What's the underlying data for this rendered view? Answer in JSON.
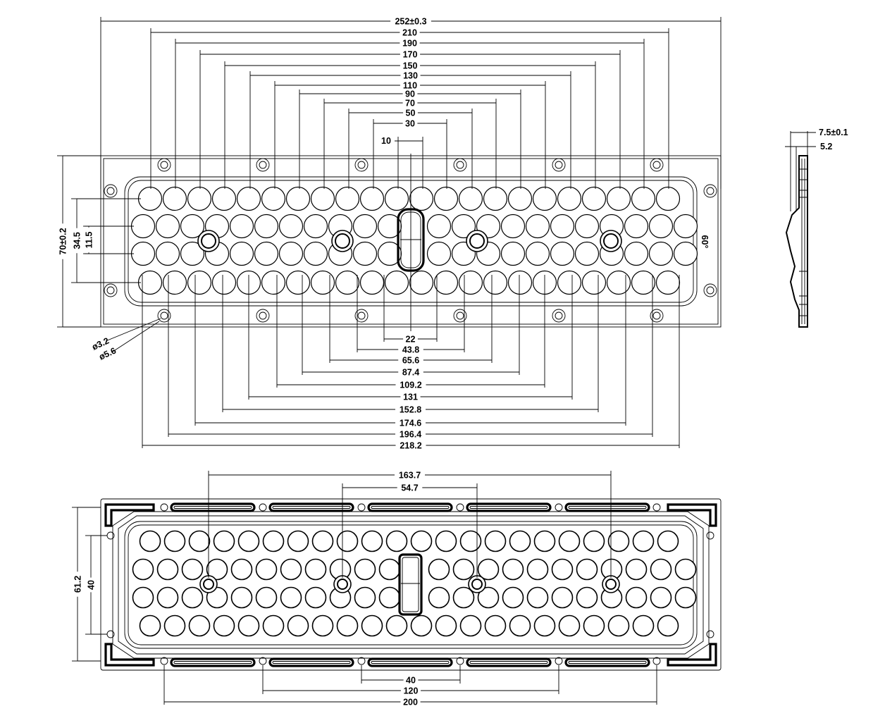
{
  "top_view": {
    "top_dims": [
      "252±0.3",
      "210",
      "190",
      "170",
      "150",
      "130",
      "110",
      "90",
      "70",
      "50",
      "30",
      "10"
    ],
    "bottom_dims": [
      "22",
      "43.8",
      "65.6",
      "87.4",
      "109.2",
      "131",
      "152.8",
      "174.6",
      "196.4",
      "218.2"
    ],
    "left_dims": [
      "70±0.2",
      "34.5",
      "11.5"
    ],
    "hole_dims": [
      "ø3.2",
      "ø5.6"
    ],
    "angle": "60°"
  },
  "side_view": {
    "dims": [
      "7.5±0.1",
      "5.2"
    ]
  },
  "bottom_view": {
    "top_dims": [
      "163.7",
      "54.7"
    ],
    "left_dims": [
      "61.2",
      "40"
    ],
    "bottom_dims": [
      "40",
      "120",
      "200"
    ]
  },
  "colors": {
    "line": "#000000",
    "background": "#ffffff"
  }
}
